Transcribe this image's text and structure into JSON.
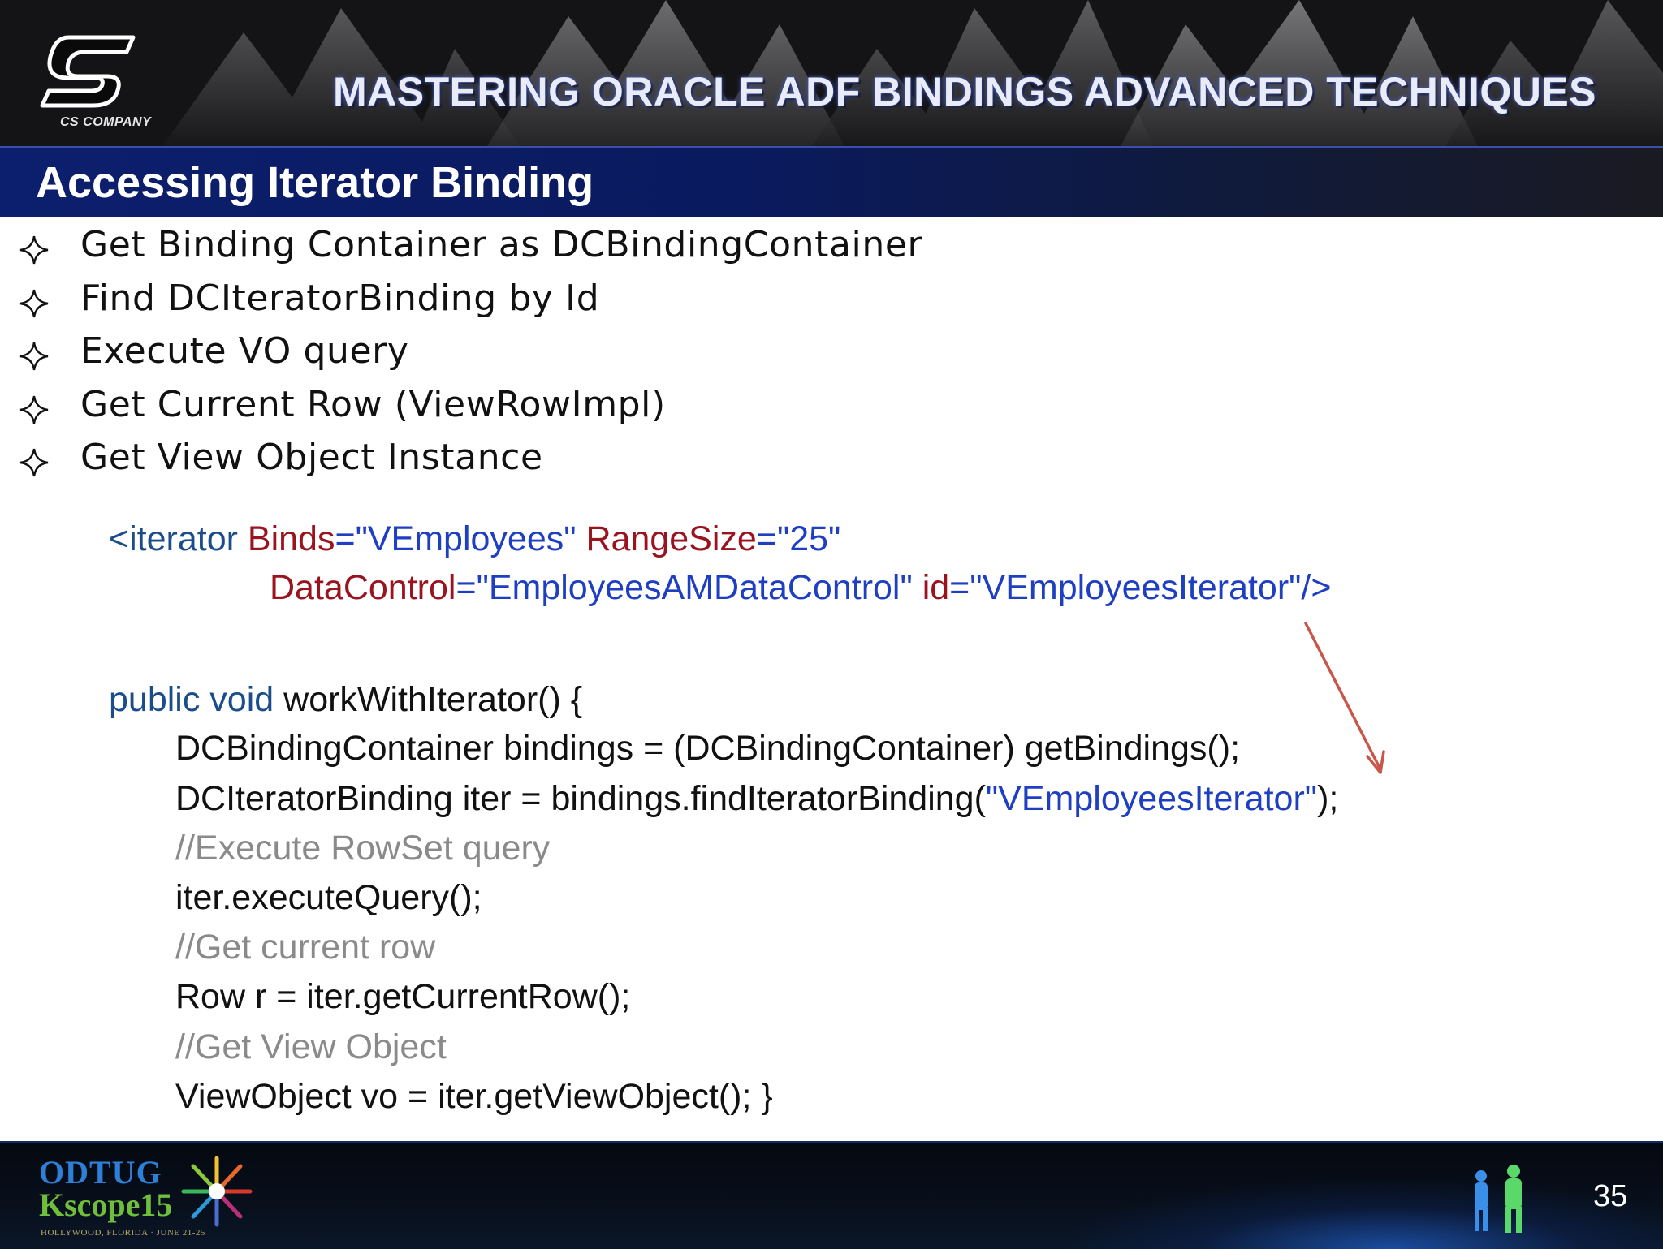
{
  "header": {
    "logo_text": "CS COMPANY",
    "deck_title": "MASTERING ORACLE ADF BINDINGS ADVANCED TECHNIQUES",
    "slide_title": "Accessing Iterator Binding"
  },
  "bullets": [
    "Get Binding Container as DCBindingContainer",
    "Find DCIteratorBinding by Id",
    "Execute VO query",
    "Get Current Row (ViewRowImpl)",
    "Get View Object Instance"
  ],
  "code": {
    "xml_line1": {
      "tag_open": "<iterator ",
      "attr1": "Binds",
      "val1": "=\"VEmployees\" ",
      "attr2": "RangeSize",
      "val2": "=\"25\""
    },
    "xml_line2": {
      "attr3": "DataControl",
      "val3": "=\"EmployeesAMDataControl\" ",
      "attr4": "id",
      "val4": "=\"VEmployeesIterator\"/>"
    },
    "method_keywords": "public void",
    "method_signature": " workWithIterator() {",
    "line_bindings": "DCBindingContainer bindings = (DCBindingContainer) getBindings();",
    "line_iter_prefix": "DCIteratorBinding iter = bindings.findIteratorBinding(",
    "line_iter_string": "\"VEmployeesIterator\"",
    "line_iter_suffix": ");",
    "comment_execute": "//Execute RowSet query",
    "line_execute": "iter.executeQuery();",
    "comment_row": "//Get current row",
    "line_row": "Row r = iter.getCurrentRow();",
    "comment_vo": "//Get View Object",
    "line_vo": "ViewObject vo = iter.getViewObject(); }"
  },
  "footer": {
    "conference_brand": "ODTUG",
    "conference_name": "Kscope15",
    "venue": "HOLLYWOOD, FLORIDA · JUNE 21-25",
    "page_number": "35"
  },
  "colors": {
    "keyword": "#1b4d8a",
    "attribute": "#9a1420",
    "string": "#1f3fc2",
    "comment": "#8a8a8a",
    "title_bar": "#0c1f6e"
  },
  "icons": {
    "bullet": "four-point-star-icon",
    "annotation": "arrow-icon"
  }
}
